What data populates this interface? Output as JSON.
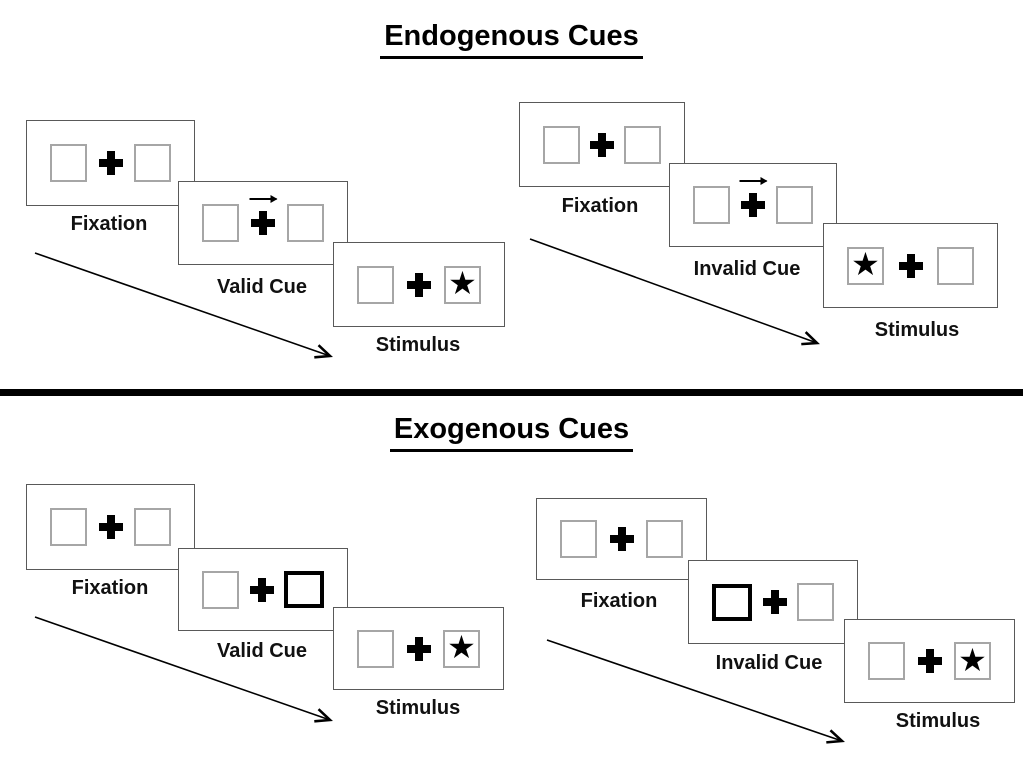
{
  "sections": [
    {
      "title": "Endogenous Cues",
      "cue_type": "central arrow above fixation cross",
      "sequences": [
        {
          "name": "valid",
          "steps": [
            {
              "label": "Fixation",
              "left_box": "empty",
              "center": "cross",
              "right_box": "empty"
            },
            {
              "label": "Valid Cue",
              "left_box": "empty",
              "center": "cross_with_right_arrow",
              "right_box": "empty"
            },
            {
              "label": "Stimulus",
              "left_box": "empty",
              "center": "cross",
              "right_box": "star"
            }
          ]
        },
        {
          "name": "invalid",
          "steps": [
            {
              "label": "Fixation",
              "left_box": "empty",
              "center": "cross",
              "right_box": "empty"
            },
            {
              "label": "Invalid Cue",
              "left_box": "empty",
              "center": "cross_with_right_arrow",
              "right_box": "empty"
            },
            {
              "label": "Stimulus",
              "left_box": "star",
              "center": "cross",
              "right_box": "empty"
            }
          ]
        }
      ]
    },
    {
      "title": "Exogenous Cues",
      "cue_type": "peripheral box brightening (thick black outline)",
      "sequences": [
        {
          "name": "valid",
          "steps": [
            {
              "label": "Fixation",
              "left_box": "empty",
              "center": "cross",
              "right_box": "empty"
            },
            {
              "label": "Valid Cue",
              "left_box": "empty",
              "center": "cross",
              "right_box": "highlighted"
            },
            {
              "label": "Stimulus",
              "left_box": "empty",
              "center": "cross",
              "right_box": "star"
            }
          ]
        },
        {
          "name": "invalid",
          "steps": [
            {
              "label": "Fixation",
              "left_box": "empty",
              "center": "cross",
              "right_box": "empty"
            },
            {
              "label": "Invalid Cue",
              "left_box": "highlighted",
              "center": "cross",
              "right_box": "empty"
            },
            {
              "label": "Stimulus",
              "left_box": "empty",
              "center": "cross",
              "right_box": "star"
            }
          ]
        }
      ]
    }
  ],
  "icons": {
    "star": "★",
    "fixation_cross": "+",
    "cue_arrow": "→"
  },
  "colors": {
    "background": "#ffffff",
    "panel_border": "#595959",
    "box_border": "#a6a6a6",
    "highlight_border": "#000000",
    "ink": "#000000"
  }
}
